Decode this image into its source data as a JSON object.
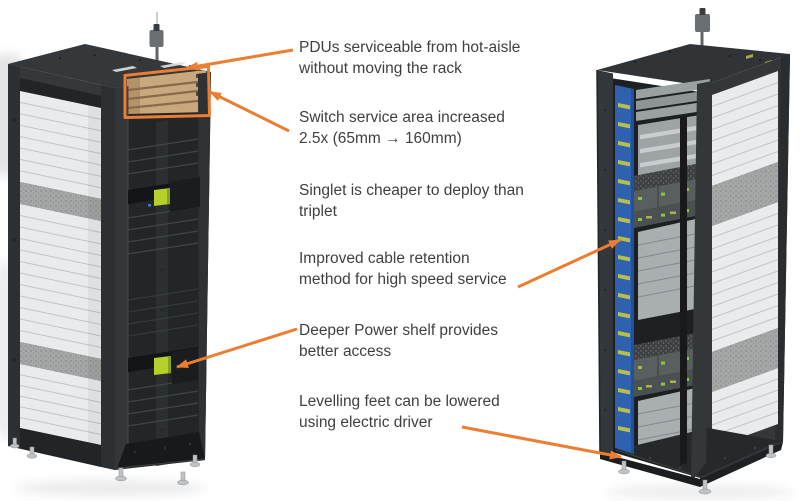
{
  "colors": {
    "accent_orange": "#ED7D31",
    "text_color": "#3F3F3F",
    "rack_dark": "#34383A",
    "rack_darker": "#232628",
    "sled_white": "#E9EBED",
    "sled_line": "#C3C7CA",
    "gray_band": "#A5A7A6",
    "blue_strip": "#2F62AE",
    "tab_yellow": "#B9BD4A",
    "handle_green": "#B5CF2B",
    "switch_tan": "#C9A87E",
    "led_green": "#8CC63F",
    "foot_silver": "#C0C3C5"
  },
  "annotations": [
    {
      "id": "pdu-service",
      "line1": "PDUs serviceable from hot-aisle",
      "line2": "without moving the rack",
      "arrow_target": "left-rack-top"
    },
    {
      "id": "switch-service-area",
      "line1": "Switch service area increased",
      "line2": "2.5x (65mm → 160mm)",
      "arrow_target": "switch-area-highlight"
    },
    {
      "id": "singlet-cost",
      "line1": "Singlet is cheaper to deploy than",
      "line2": "triplet",
      "arrow_target": null
    },
    {
      "id": "cable-retention",
      "line1": "Improved cable retention",
      "line2": "method for high speed service",
      "arrow_target": "right-rack-cable-strip"
    },
    {
      "id": "power-shelf",
      "line1": "Deeper Power shelf provides",
      "line2": "better access",
      "arrow_target": "left-rack-power-shelf-handle"
    },
    {
      "id": "levelling-feet",
      "line1": "Levelling feet can be lowered",
      "line2": "using electric driver",
      "arrow_target": "right-rack-feet"
    }
  ]
}
